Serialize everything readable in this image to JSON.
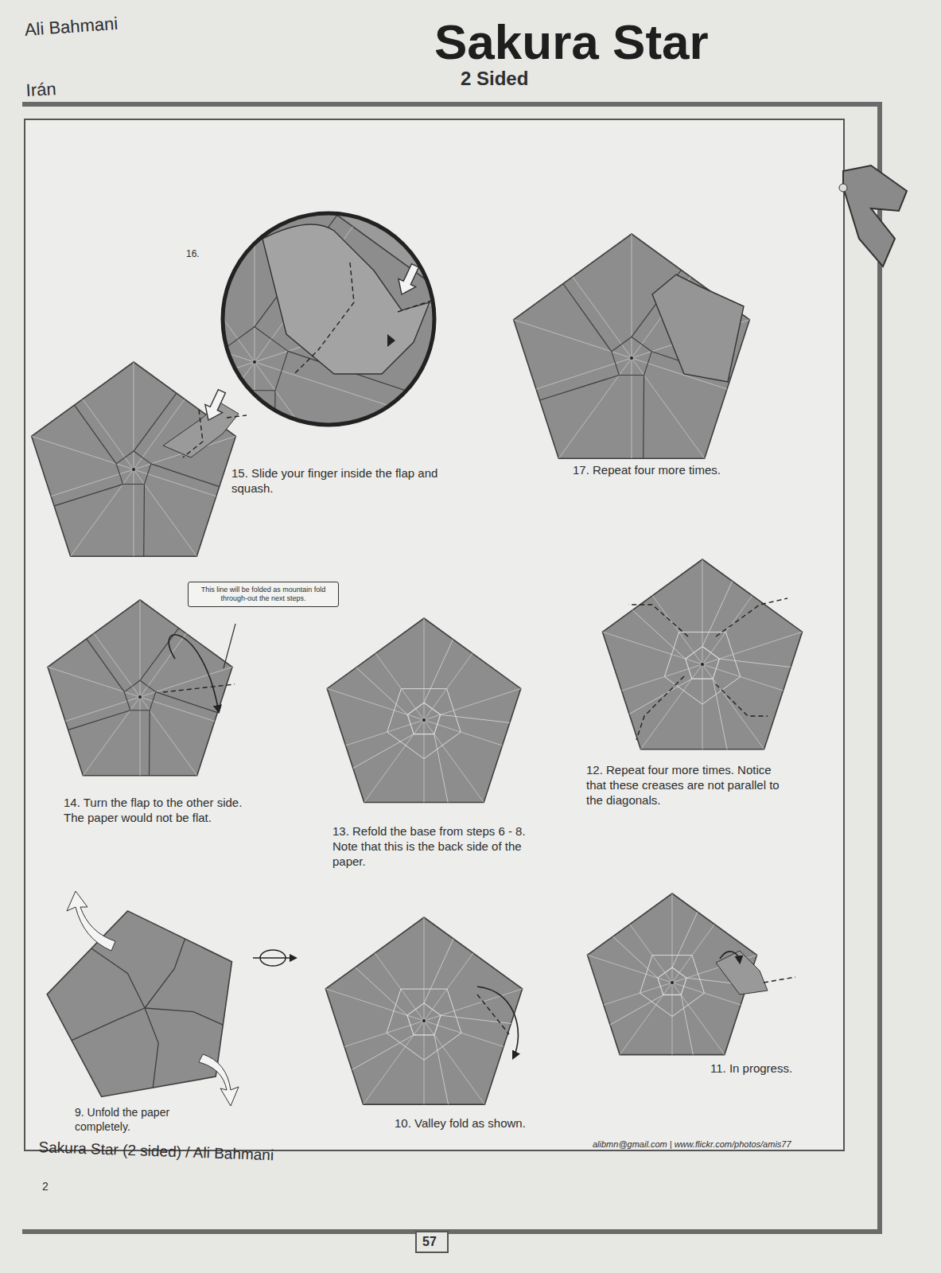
{
  "diagram": {
    "title": "Sakura Star",
    "nodes": [
      {
        "text": [
          "This line will be folded as mountain fold through-out the next steps."
        ]
      }
    ],
    "labels": [
      "Ali Bahmani",
      "Irán",
      "2 Sided",
      "16.",
      "15. Slide your finger inside the flap and squash.",
      "17. Repeat four more times.",
      "14. Turn the flap to the other side. The paper would not be flat.",
      "13. Refold the base from steps 6 - 8. Note that this is the back side of the paper.",
      "12. Repeat four more times. Notice that these creases are not parallel to the diagonals.",
      "9. Unfold the paper completely.",
      "10. Valley fold as shown.",
      "11. In progress.",
      "Sakura Star (2 sided) / Ali Bahmani",
      "2",
      "alibmn@gmail.com | www.flickr.com/photos/amis77",
      "57"
    ]
  }
}
